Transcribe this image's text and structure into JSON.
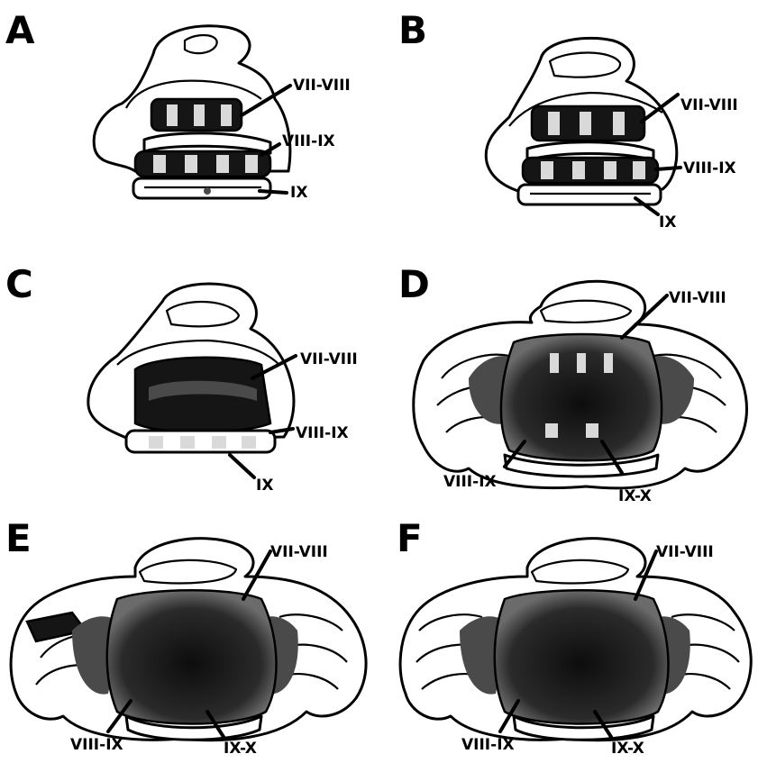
{
  "panels": [
    {
      "letter": "A",
      "labels": [
        "VII-VIII",
        "VIII-IX",
        "IX"
      ]
    },
    {
      "letter": "B",
      "labels": [
        "VII-VIII",
        "VIII-IX",
        "IX"
      ]
    },
    {
      "letter": "C",
      "labels": [
        "VII-VIII",
        "VIII-IX",
        "IX"
      ]
    },
    {
      "letter": "D",
      "labels": [
        "VII-VIII",
        "VIII-IX",
        "IX-X"
      ]
    },
    {
      "letter": "E",
      "labels": [
        "VII-VIII",
        "VIII-IX",
        "IX-X"
      ]
    },
    {
      "letter": "F",
      "labels": [
        "VII-VIII",
        "VIII-IX",
        "IX-X"
      ]
    }
  ]
}
